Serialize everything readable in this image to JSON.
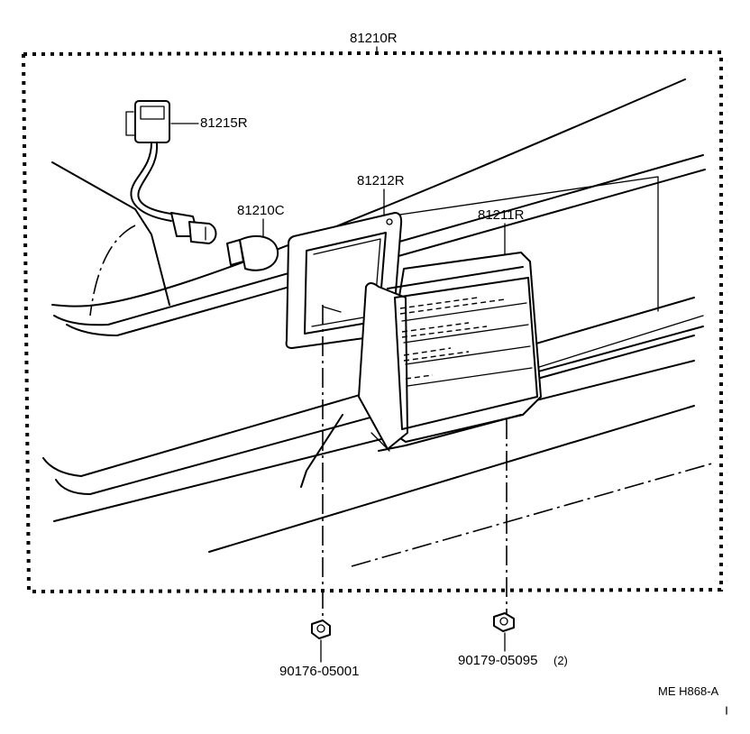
{
  "labels": {
    "assembly": "81210R",
    "socket_cord": "81215R",
    "bulb": "81210C",
    "gasket": "81212R",
    "lens": "81211R",
    "nut_left": "90176-05001",
    "nut_right": "90179-05095",
    "nut_right_qty": "(2)",
    "drawing_code": "ME H868-A"
  }
}
